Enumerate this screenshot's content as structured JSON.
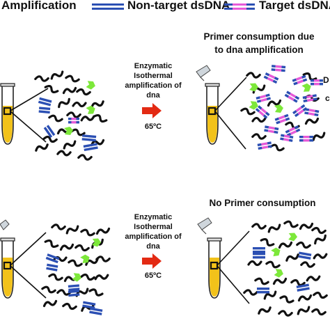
{
  "legend": {
    "amplification": "Amplification",
    "non_target": "Non-target dsDNA",
    "target": "Target dsDNA"
  },
  "top_panel": {
    "step_line1": "Enzymatic",
    "step_line2": "Isothermal",
    "step_line3": "amplification of",
    "step_line4": "dna",
    "temperature": "65ºC",
    "result_line1": "Primer consumption due",
    "result_line2": "to dna amplification",
    "cut_text_1": "D",
    "cut_text_2": "c"
  },
  "bottom_panel": {
    "step_line1": "Enzymatic",
    "step_line2": "Isothermal",
    "step_line3": "amplification of",
    "step_line4": "dna",
    "temperature": "65ºC",
    "result": "No Primer consumption"
  },
  "colors": {
    "dsdna_blue": "#2b4fb3",
    "dsdna_pink": "#e65ad8",
    "primer_green": "#7de83a",
    "arrow_red": "#e32a13",
    "tube_liquid": "#f2c21a",
    "strand": "#111111"
  }
}
